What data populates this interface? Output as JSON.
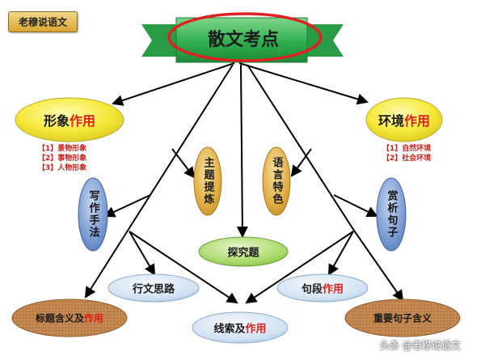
{
  "badge": {
    "label": "老穆说语文"
  },
  "banner": {
    "title": "散文考点"
  },
  "nodes": {
    "image": {
      "main": "形象",
      "accent": "作用",
      "items": [
        "【1】景物形象",
        "【2】事物形象",
        "【3】人物形象"
      ]
    },
    "environment": {
      "main": "环境",
      "accent": "作用",
      "items": [
        "【1】自然环境",
        "【2】社会环境"
      ]
    },
    "theme": {
      "label": "主题提炼"
    },
    "language": {
      "label": "语言特色"
    },
    "technique": {
      "label": "写作手法"
    },
    "appreciate": {
      "label": "赏析句子"
    },
    "explore": {
      "label": "探究题"
    },
    "train_of_thought": {
      "label": "行文思路"
    },
    "sentence_para": {
      "main": "句段",
      "accent": "作用"
    },
    "title_meaning": {
      "main": "标题含义及",
      "accent": "作用"
    },
    "clue": {
      "main": "线索及",
      "accent": "作用"
    },
    "important_sentence": {
      "label": "重要句子含义"
    }
  },
  "watermark": {
    "label": "头条 @老穆说语文"
  },
  "colors": {
    "accent_red": "#e0201a",
    "banner_green": "#2db34a",
    "yellow_node": "#f7ea3c",
    "blue_node": "#6f93cf",
    "tan_node": "#d9a43a",
    "green_node": "#a9d86a",
    "light_blue_node": "#cfe0f0",
    "brown_node": "#b97a45"
  }
}
